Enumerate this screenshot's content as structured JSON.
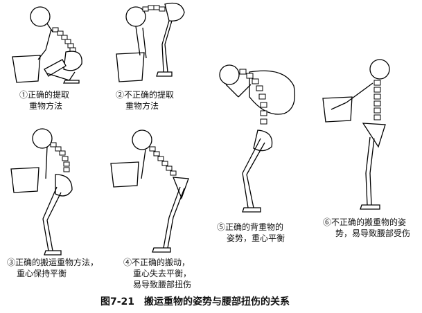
{
  "panels": [
    {
      "id": "1",
      "caption_lines": [
        "①正确的提取",
        "重物方法"
      ]
    },
    {
      "id": "2",
      "caption_lines": [
        "②不正确的提取",
        "重物方法"
      ]
    },
    {
      "id": "3",
      "caption_lines": [
        "③正确的搬运重物方法，",
        "重心保持平衡"
      ]
    },
    {
      "id": "4",
      "caption_lines": [
        "④不正确的搬动，",
        "重心失去平衡，",
        "易导致腰部扭伤"
      ]
    },
    {
      "id": "5",
      "caption_lines": [
        "⑤正确的背重物的",
        "姿势，重心平衡"
      ]
    },
    {
      "id": "6",
      "caption_lines": [
        "⑥不正确的搬重物的姿",
        "势，易导致腰部受伤"
      ]
    }
  ],
  "figure_caption": {
    "number": "图7-21",
    "title": "搬运重物的姿势与腰部扭伤的关系"
  }
}
